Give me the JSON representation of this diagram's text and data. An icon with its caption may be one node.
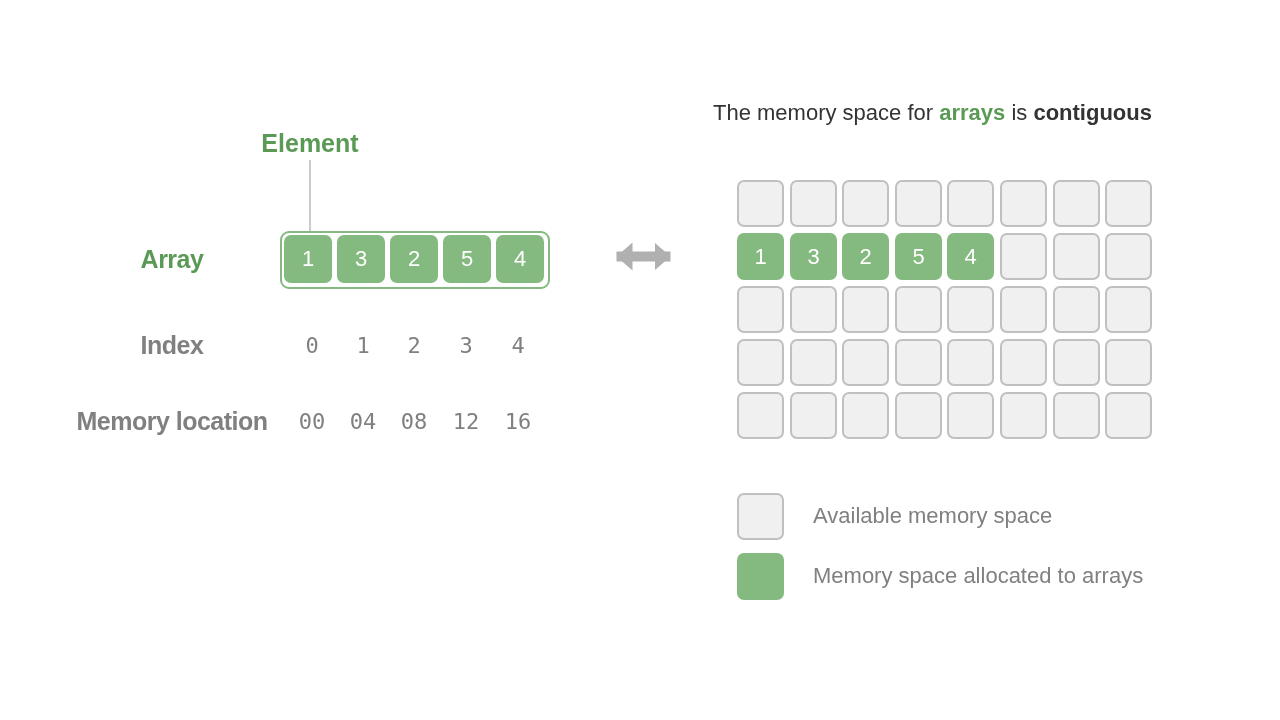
{
  "diagram": {
    "title": "The memory space for **arrays** is **contiguous**",
    "nodes": [
      {
        "text": [
          "Element"
        ]
      },
      {
        "text": [],
        "shape": "box"
      },
      {
        "text": [
          "1"
        ],
        "in": 1
      },
      {
        "text": [
          "3"
        ],
        "in": 1
      },
      {
        "text": [
          "2"
        ],
        "in": 1
      },
      {
        "text": [
          "5"
        ],
        "in": 1
      },
      {
        "text": [
          "4"
        ],
        "in": 1
      },
      {
        "text": [],
        "shape": "box"
      },
      {
        "text": [],
        "shape": "box"
      },
      {
        "text": [],
        "shape": "box"
      },
      {
        "text": [],
        "shape": "box"
      },
      {
        "text": [],
        "shape": "box"
      },
      {
        "text": [],
        "shape": "box"
      },
      {
        "text": [],
        "shape": "box"
      },
      {
        "text": [],
        "shape": "box"
      },
      {
        "text": [
          "1"
        ]
      },
      {
        "text": [
          "3"
        ]
      },
      {
        "text": [
          "2"
        ]
      },
      {
        "text": [
          "5"
        ]
      },
      {
        "text": [
          "4"
        ]
      },
      {
        "text": [],
        "shape": "box"
      },
      {
        "text": [],
        "shape": "box"
      },
      {
        "text": [],
        "shape": "box"
      },
      {
        "text": [],
        "shape": "box"
      },
      {
        "text": [],
        "shape": "box"
      },
      {
        "text": [],
        "shape": "box"
      },
      {
        "text": [],
        "shape": "box"
      },
      {
        "text": [],
        "shape": "box"
      },
      {
        "text": [],
        "shape": "box"
      },
      {
        "text": [],
        "shape": "box"
      },
      {
        "text": [],
        "shape": "box"
      },
      {
        "text": [],
        "shape": "box"
      },
      {
        "text": [],
        "shape": "box"
      },
      {
        "text": [],
        "shape": "box"
      },
      {
        "text": [],
        "shape": "box"
      },
      {
        "text": [],
        "shape": "box"
      },
      {
        "text": [],
        "shape": "box"
      },
      {
        "text": [],
        "shape": "box"
      },
      {
        "text": [],
        "shape": "box"
      },
      {
        "text": [],
        "shape": "box"
      },
      {
        "text": [],
        "shape": "box"
      },
      {
        "text": [],
        "shape": "box"
      },
      {
        "text": [],
        "shape": "box"
      },
      {
        "text": [],
        "shape": "box"
      },
      {
        "text": [],
        "shape": "box"
      },
      {
        "text": [],
        "shape": "box"
      },
      {
        "text": [],
        "shape": "box"
      }
    ],
    "edges": [
      {
        "from": 0,
        "to": 2,
        "arrow": "none"
      },
      {
        "from": 1,
        "to": 15,
        "arrow": "both",
        "style": "thick"
      }
    ],
    "labels": [
      "Array",
      "Index",
      "0",
      "1",
      "2",
      "3",
      "4",
      "Memory location",
      "00",
      "04",
      "08",
      "12",
      "16"
    ],
    "legend": [
      {
        "text": "Available memory space",
        "color": "#f0f0f0"
      },
      {
        "text": "Memory space allocated to arrays",
        "color": "#84b97f"
      }
    ]
  }
}
